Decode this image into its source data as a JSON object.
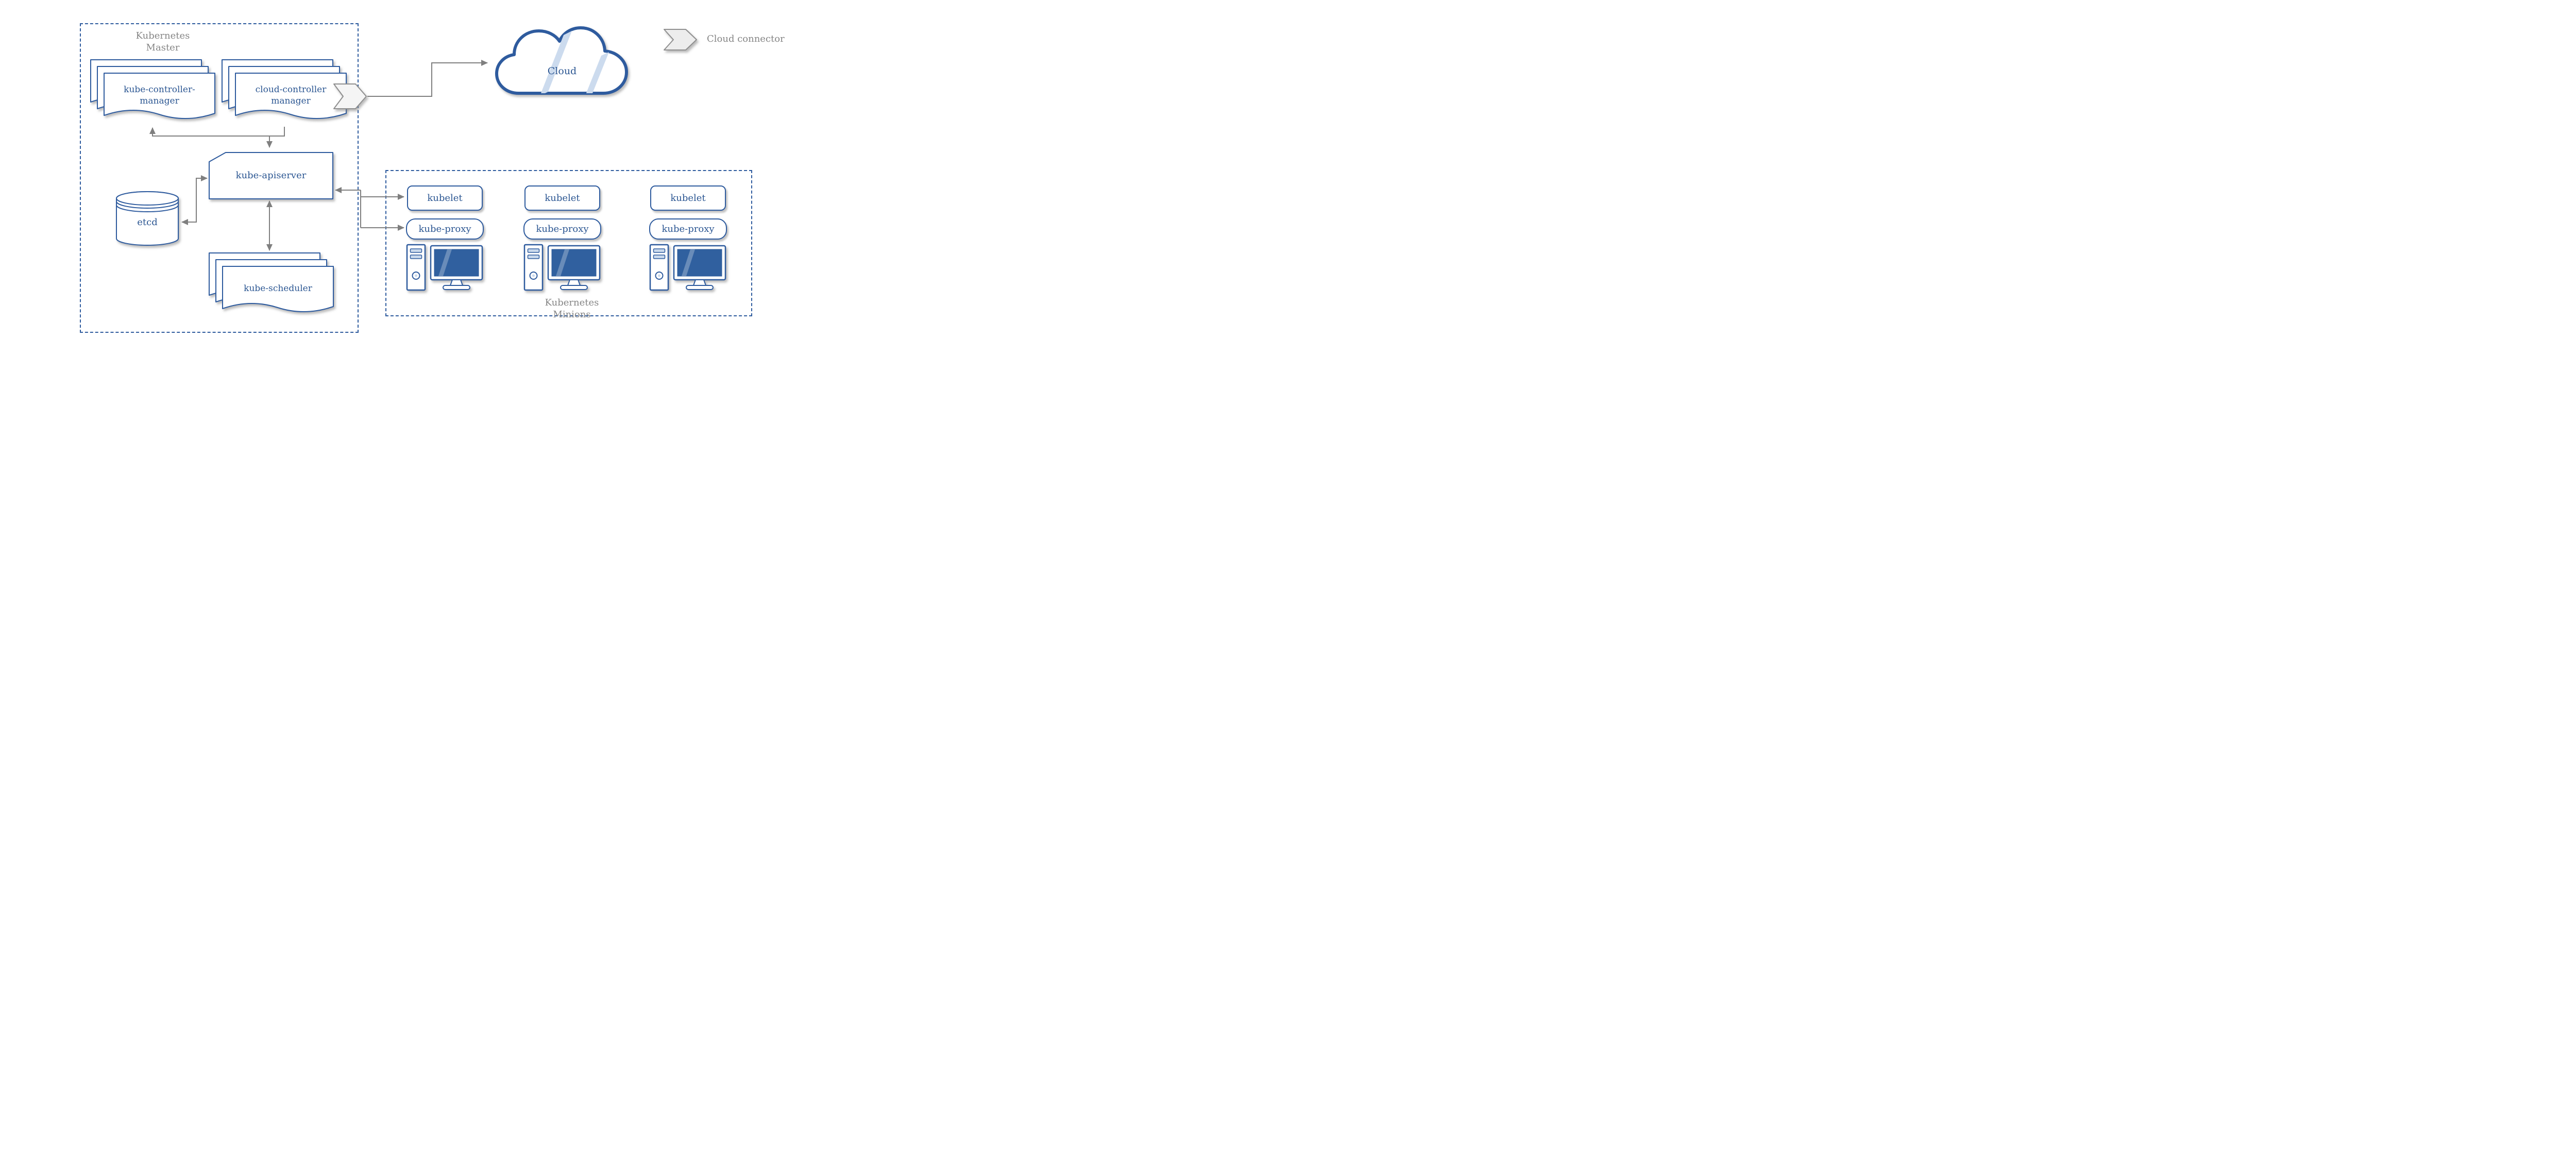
{
  "colors": {
    "primary_blue": "#2e5b9e",
    "text_blue": "#2b5692",
    "label_gray": "#858585",
    "arrow_gray": "#7f7f7f",
    "screen_blue": "#30609f",
    "light_blue": "#ccdbee"
  },
  "master": {
    "title": "Kubernetes\nMaster",
    "kube_controller_manager": "kube-controller-\nmanager",
    "cloud_controller_manager": "cloud-controller\nmanager",
    "kube_apiserver": "kube-apiserver",
    "etcd": "etcd",
    "kube_scheduler": "kube-scheduler"
  },
  "cloud": {
    "label": "Cloud"
  },
  "legend": {
    "cloud_connector": "Cloud connector"
  },
  "minions": {
    "title": "Kubernetes\nMinions",
    "columns": [
      {
        "kubelet": "kubelet",
        "kube_proxy": "kube-proxy"
      },
      {
        "kubelet": "kubelet",
        "kube_proxy": "kube-proxy"
      },
      {
        "kubelet": "kubelet",
        "kube_proxy": "kube-proxy"
      }
    ]
  },
  "icons": {
    "cloud_icon": "cloud-shape",
    "etcd_icon": "database-cylinder",
    "document_stack_icon": "stacked-wave-documents",
    "minion_computer_icon": "tower-and-monitor",
    "cloud_connector_icon": "chevron-arrow"
  }
}
